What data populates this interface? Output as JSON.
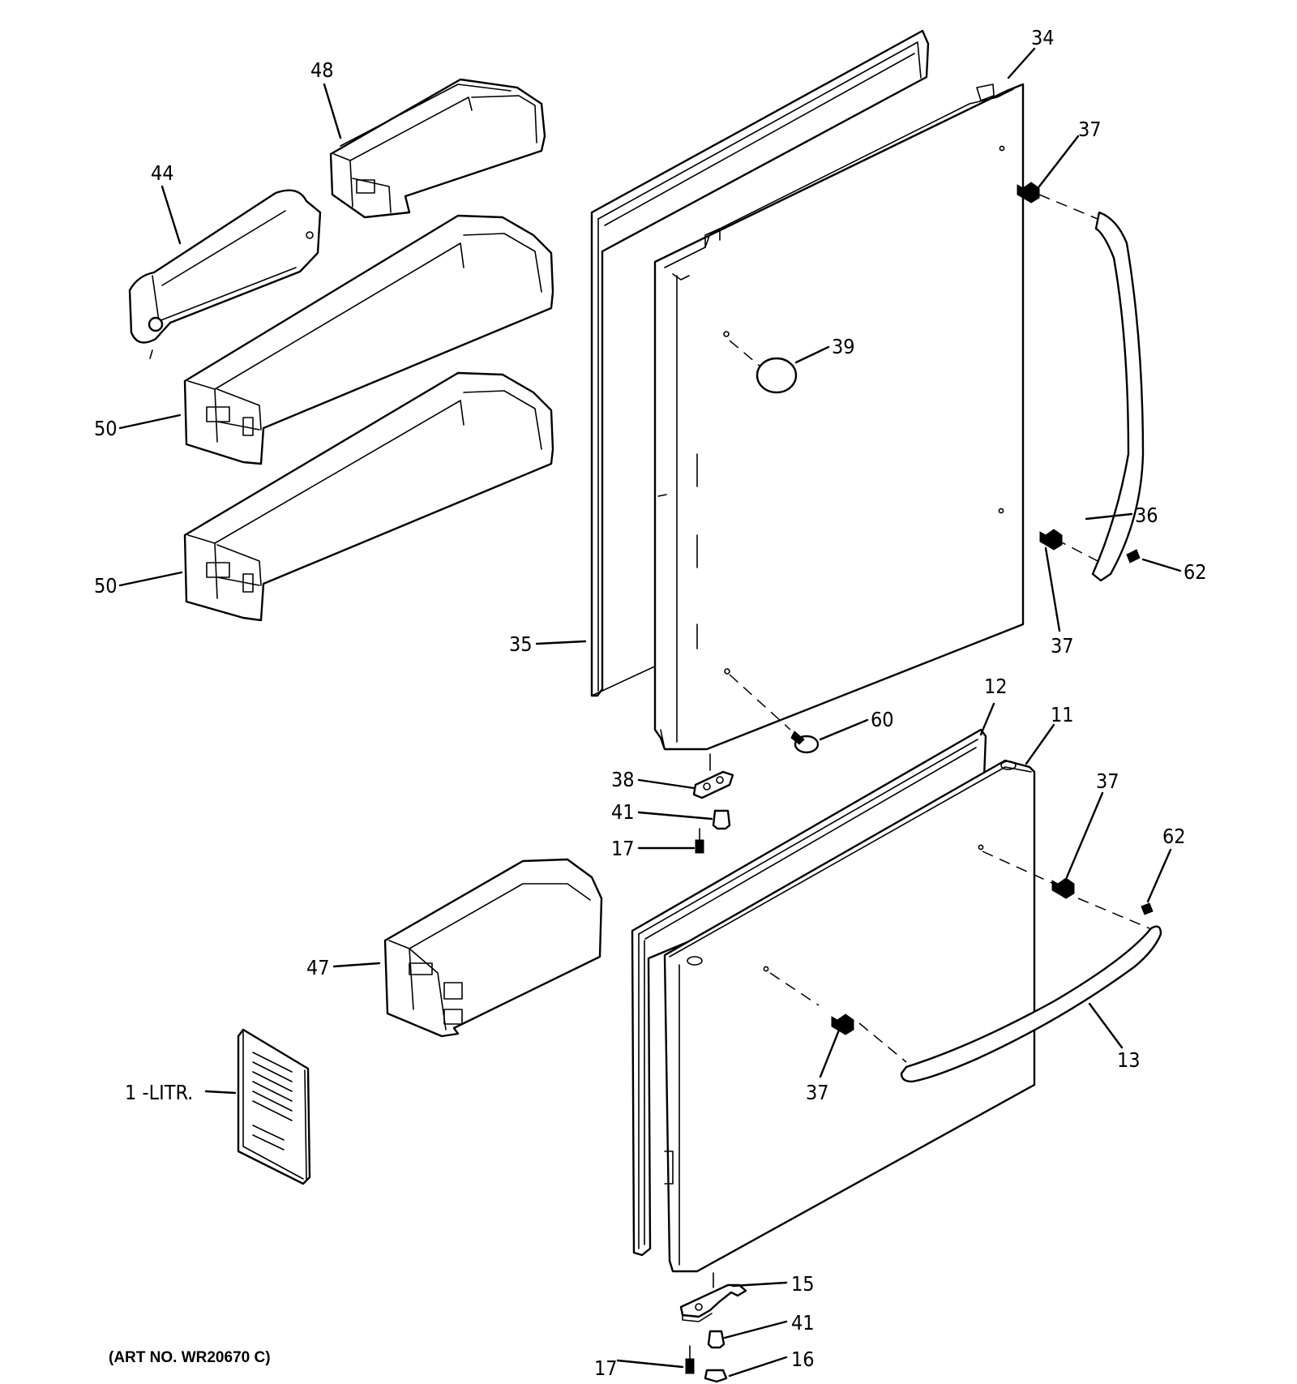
{
  "labels": {
    "p34": "34",
    "p48": "48",
    "p44": "44",
    "p37a": "37",
    "p39": "39",
    "p50a": "50",
    "p50b": "50",
    "p36": "36",
    "p62a": "62",
    "p37b": "37",
    "p35": "35",
    "p60": "60",
    "p12": "12",
    "p11": "11",
    "p38": "38",
    "p37c": "37",
    "p41a": "41",
    "p62b": "62",
    "p17a": "17",
    "p47": "47",
    "p13": "13",
    "p37d": "37",
    "p1": "1 -LITR.",
    "p15": "15",
    "p41b": "41",
    "p17b": "17",
    "p16": "16"
  },
  "art_no": "(ART NO. WR20670 C)"
}
